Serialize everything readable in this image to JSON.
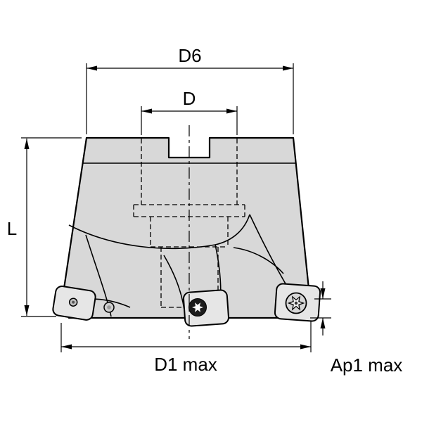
{
  "drawing": {
    "description": "Technical line drawing of an indexable face milling cutter shown in front view with hidden bore lines, mounted cutting inserts with torx screws, and engineering dimension callouts",
    "colors": {
      "background": "#ffffff",
      "outline": "#000000",
      "body_fill": "#d8d8d8",
      "insert_fill": "#e6e6e6",
      "screw_dark": "#1c1c1c",
      "screw_light": "#d6d6d6"
    },
    "dimensions": {
      "d6": "D6",
      "d": "D",
      "l": "L",
      "d1_max": "D1 max",
      "ap1_max": "Ap1 max"
    }
  }
}
